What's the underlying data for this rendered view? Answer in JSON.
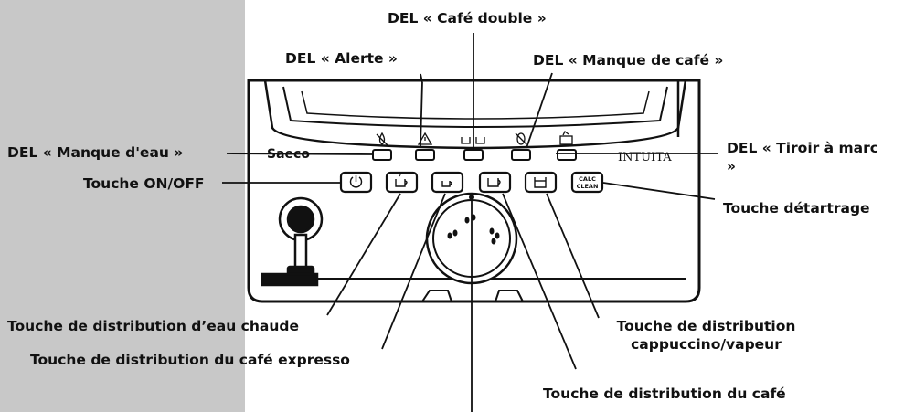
{
  "colors": {
    "panel_gray": "#c8c8c8",
    "machine_line": "#111111",
    "machine_face": "#ffffff",
    "label_text": "#111111"
  },
  "brand": {
    "logo": "Saeco",
    "model": "INTUITA"
  },
  "buttons": [
    {
      "id": "power",
      "icon": "power-icon",
      "text": ""
    },
    {
      "id": "hot-water",
      "icon": "cup-steam-icon",
      "text": ""
    },
    {
      "id": "espresso",
      "icon": "espresso-cup-icon",
      "text": ""
    },
    {
      "id": "coffee",
      "icon": "coffee-cup-icon",
      "text": ""
    },
    {
      "id": "cappuccino",
      "icon": "cappuccino-cup-icon",
      "text": ""
    },
    {
      "id": "descale",
      "icon": "calc-clean-icon",
      "text_line1": "CALC",
      "text_line2": "CLEAN"
    }
  ],
  "leds": [
    {
      "id": "water",
      "icon": "no-water-icon"
    },
    {
      "id": "alert",
      "icon": "warning-triangle-icon"
    },
    {
      "id": "double",
      "icon": "double-cup-icon"
    },
    {
      "id": "bean",
      "icon": "no-bean-icon"
    },
    {
      "id": "grounds",
      "icon": "grounds-drawer-icon"
    }
  ],
  "labels": {
    "cafe_double": "DEL « Café double »",
    "alerte": "DEL « Alerte »",
    "manque_cafe": "DEL « Manque de café »",
    "manque_eau": "DEL « Manque d'eau »",
    "tiroir_marc": "DEL « Tiroir à marc »",
    "on_off": "Touche ON/OFF",
    "detartrage": "Touche détartrage",
    "eau_chaude": "Touche de distribution d’eau chaude",
    "cappuccino": "Touche de distribution cappuccino/vapeur",
    "cafe_expresso": "Touche de distribution du café expresso",
    "cafe": "Touche de distribution du café"
  }
}
